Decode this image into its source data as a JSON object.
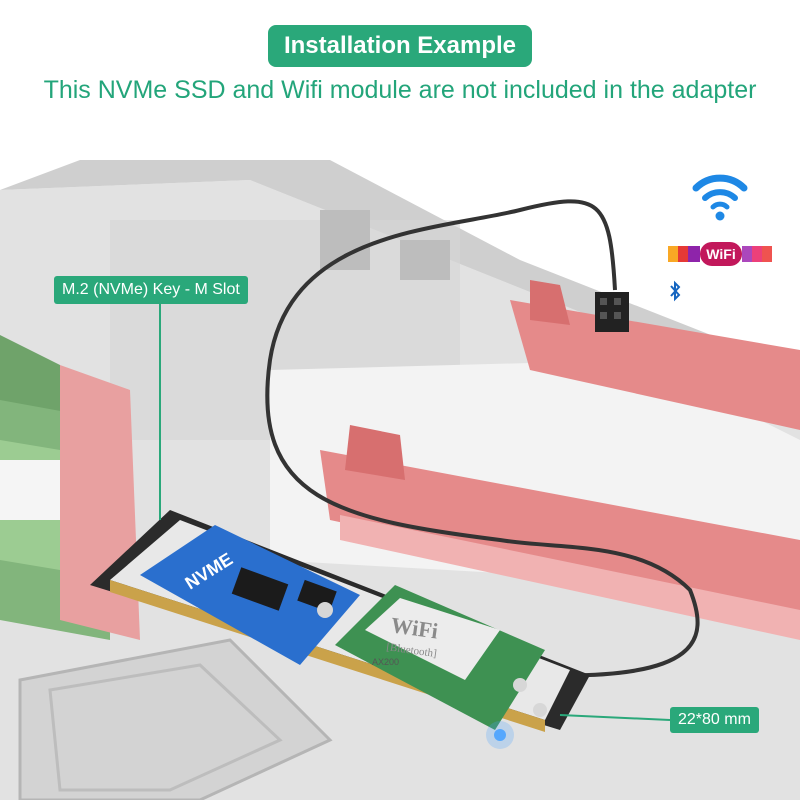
{
  "header": {
    "title": "Installation Example",
    "subtitle": "This NVMe SSD and Wifi module are not included in the adapter"
  },
  "callouts": {
    "slot_label": "M.2 (NVMe) Key - M Slot",
    "size_label": "22*80 mm"
  },
  "modules": {
    "nvme_text": "NVME",
    "wifi_text": "WiFi",
    "bluetooth_text": "[Bluetooth]",
    "chip_text": "AX200"
  },
  "icons": {
    "wifi_word": "WiFi",
    "wifi_icon": "wifi-icon",
    "bluetooth_icon": "bluetooth-icon"
  },
  "colors": {
    "accent": "#2aa87a",
    "wifi_blue": "#1e88e5",
    "slot_red": "#e07a7a"
  }
}
